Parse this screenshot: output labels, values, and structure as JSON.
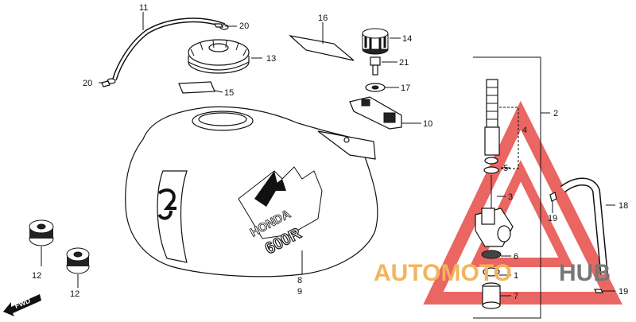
{
  "callouts": {
    "c1": "1",
    "c2": "2",
    "c3": "3",
    "c4": "4",
    "c5": "5",
    "c6": "6",
    "c7": "7",
    "c8": "8",
    "c9": "9",
    "c10": "10",
    "c11": "11",
    "c12a": "12",
    "c12b": "12",
    "c13": "13",
    "c14": "14",
    "c15": "15",
    "c16": "16",
    "c17": "17",
    "c18": "18",
    "c19a": "19",
    "c19b": "19",
    "c20a": "20",
    "c20b": "20",
    "c21": "21"
  },
  "tank_brand": "HONDA",
  "tank_model": "600R",
  "direction_label": "FWD",
  "watermark": {
    "part_a": "AUTOMOTO",
    "part_b": "HUB",
    "color_red": "#e3342f",
    "color_orange": "#f2b45c"
  }
}
